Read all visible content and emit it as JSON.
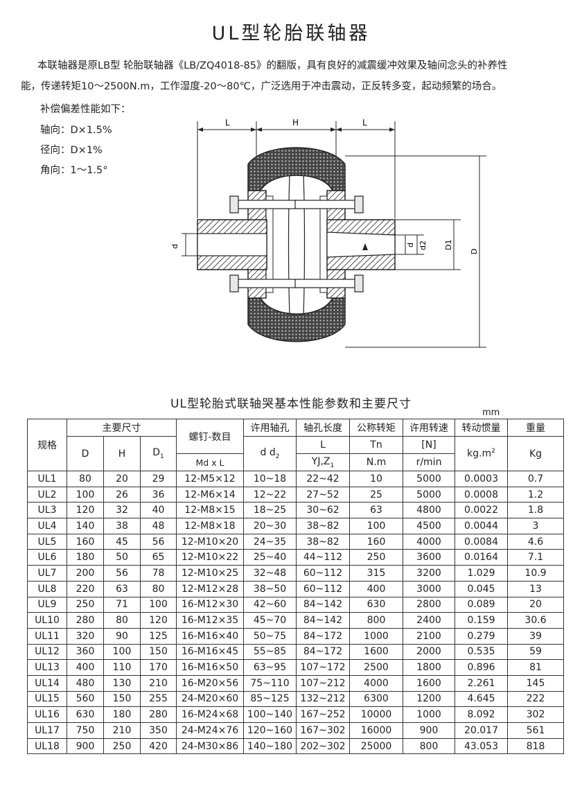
{
  "title": "UL型轮胎联轴器",
  "intro": {
    "line1": "本联轴器是原LB型 轮胎联轴器《LB/ZQ4018-85》的翻版，具有良好的减震缓冲效果及轴间念头的补养性",
    "line2": "能，传递转矩10～2500N.m，工作湿度-20～80℃，广泛选用于冲击震动，正反转多变，起动频繁的场合。",
    "comp_heading": "补偿偏差性能如下：",
    "axial": "轴向：D×1.5%",
    "radial": "径向：D×1%",
    "angular": "角向：1～1.5°"
  },
  "diagram": {
    "label_L_left": "L",
    "label_H": "H",
    "label_L_right": "L",
    "label_d_left": "d",
    "label_d": "d",
    "label_d2": "d2",
    "label_D1": "D1",
    "label_D": "D"
  },
  "table": {
    "title": "UL型轮胎式联轴哭基本性能参数和主要尺寸",
    "unit": "mm",
    "headers": {
      "model": "规格",
      "main_dims": "主要尺寸",
      "D": "D",
      "H": "H",
      "D1_main": "D",
      "D1_sub": "1",
      "bolt_top": "螺钉-数目",
      "bolt_bottom": "Md x L",
      "bore_top": "许用轴孔",
      "bore_d": "d d",
      "bore_sub": "2",
      "len_top": "轴孔长度",
      "len_L": "L",
      "len_yj": "YJ,Z",
      "len_sub": "1",
      "torque_top": "公称转矩",
      "torque_tn": "Tn",
      "torque_unit": "N.m",
      "speed_top": "许用转速",
      "speed_n": "[N]",
      "speed_unit": "r/min",
      "inertia_top": "转动惯量",
      "inertia_unit": "kg.m",
      "inertia_sup": "2",
      "weight_top": "重量",
      "weight_unit": "Kg"
    },
    "rows": [
      [
        "UL1",
        "80",
        "20",
        "29",
        "12-M5×12",
        "10~18",
        "22~42",
        "10",
        "5000",
        "0.0003",
        "0.7"
      ],
      [
        "UL2",
        "100",
        "26",
        "36",
        "12-M6×14",
        "12~22",
        "27~52",
        "25",
        "5000",
        "0.0008",
        "1.2"
      ],
      [
        "UL3",
        "120",
        "32",
        "40",
        "12-M8×15",
        "18~25",
        "30~62",
        "63",
        "4800",
        "0.0022",
        "1.8"
      ],
      [
        "UL4",
        "140",
        "38",
        "48",
        "12-M8×18",
        "20~30",
        "38~82",
        "100",
        "4500",
        "0.0044",
        "3"
      ],
      [
        "UL5",
        "160",
        "45",
        "56",
        "12-M10×20",
        "24~35",
        "38~82",
        "160",
        "4000",
        "0.0084",
        "4.6"
      ],
      [
        "UL6",
        "180",
        "50",
        "65",
        "12-M10×22",
        "25~40",
        "44~112",
        "250",
        "3600",
        "0.0164",
        "7.1"
      ],
      [
        "UL7",
        "200",
        "56",
        "78",
        "12-M10×25",
        "32~48",
        "60~112",
        "315",
        "3200",
        "1.029",
        "10.9"
      ],
      [
        "UL8",
        "220",
        "63",
        "80",
        "12-M12×28",
        "38~50",
        "60~112",
        "400",
        "3000",
        "0.045",
        "13"
      ],
      [
        "UL9",
        "250",
        "71",
        "100",
        "16-M12×30",
        "42~60",
        "84~142",
        "630",
        "2800",
        "0.089",
        "20"
      ],
      [
        "UL10",
        "280",
        "80",
        "120",
        "16-M12×35",
        "45~70",
        "84~142",
        "800",
        "2400",
        "0.159",
        "30.6"
      ],
      [
        "UL11",
        "320",
        "90",
        "125",
        "16-M16×40",
        "50~75",
        "84~172",
        "1000",
        "2100",
        "0.279",
        "39"
      ],
      [
        "UL12",
        "360",
        "100",
        "150",
        "16-M16×45",
        "55~85",
        "84~172",
        "1600",
        "2000",
        "0.535",
        "59"
      ],
      [
        "UL13",
        "400",
        "110",
        "170",
        "16-M16×50",
        "63~95",
        "107~172",
        "2500",
        "1800",
        "0.896",
        "81"
      ],
      [
        "UL14",
        "480",
        "130",
        "210",
        "16-M20×56",
        "75~110",
        "107~212",
        "4000",
        "1600",
        "2.261",
        "145"
      ],
      [
        "UL15",
        "560",
        "150",
        "255",
        "24-M20×60",
        "85~125",
        "132~212",
        "6300",
        "1200",
        "4.645",
        "222"
      ],
      [
        "UL16",
        "630",
        "180",
        "280",
        "16-M24×68",
        "100~140",
        "167~252",
        "10000",
        "1000",
        "8.092",
        "302"
      ],
      [
        "UL17",
        "750",
        "210",
        "350",
        "24-M24×76",
        "120~160",
        "167~302",
        "16000",
        "900",
        "20.017",
        "561"
      ],
      [
        "UL18",
        "900",
        "250",
        "420",
        "24-M30×86",
        "140~180",
        "202~302",
        "25000",
        "800",
        "43.053",
        "818"
      ]
    ]
  }
}
